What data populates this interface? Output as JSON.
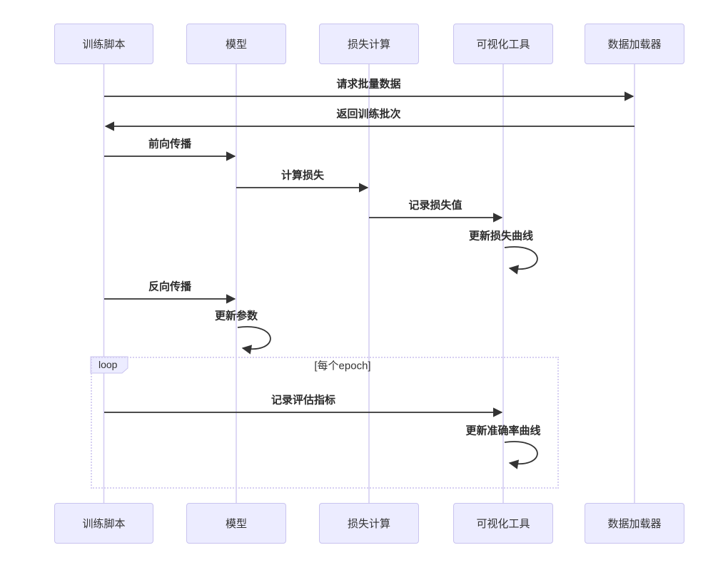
{
  "diagram": {
    "type": "sequence-diagram",
    "actors": [
      {
        "label": "训练脚本"
      },
      {
        "label": "模型"
      },
      {
        "label": "损失计算"
      },
      {
        "label": "可视化工具"
      },
      {
        "label": "数据加载器"
      }
    ],
    "messages": [
      {
        "label": "请求批量数据",
        "from": "训练脚本",
        "to": "数据加载器",
        "kind": "arrow-right"
      },
      {
        "label": "返回训练批次",
        "from": "数据加载器",
        "to": "训练脚本",
        "kind": "arrow-left"
      },
      {
        "label": "前向传播",
        "from": "训练脚本",
        "to": "模型",
        "kind": "arrow-right"
      },
      {
        "label": "计算损失",
        "from": "模型",
        "to": "损失计算",
        "kind": "arrow-right"
      },
      {
        "label": "记录损失值",
        "from": "损失计算",
        "to": "可视化工具",
        "kind": "arrow-right"
      },
      {
        "label": "更新损失曲线",
        "from": "可视化工具",
        "to": "可视化工具",
        "kind": "self-loop"
      },
      {
        "label": "反向传播",
        "from": "训练脚本",
        "to": "模型",
        "kind": "arrow-right"
      },
      {
        "label": "更新参数",
        "from": "模型",
        "to": "模型",
        "kind": "self-loop"
      },
      {
        "label": "记录评估指标",
        "from": "训练脚本",
        "to": "可视化工具",
        "kind": "arrow-right"
      },
      {
        "label": "更新准确率曲线",
        "from": "可视化工具",
        "to": "可视化工具",
        "kind": "self-loop"
      }
    ],
    "loop": {
      "label": "loop",
      "condition": "[每个epoch]"
    },
    "colors": {
      "background": "#ffffff",
      "actor_fill": "#ECECFF",
      "actor_border": "#c9c3ef",
      "lifeline": "#d2cbf2",
      "message_line": "#333333",
      "message_text": "#2b2b2b",
      "loop_border": "#d6cff2"
    }
  }
}
